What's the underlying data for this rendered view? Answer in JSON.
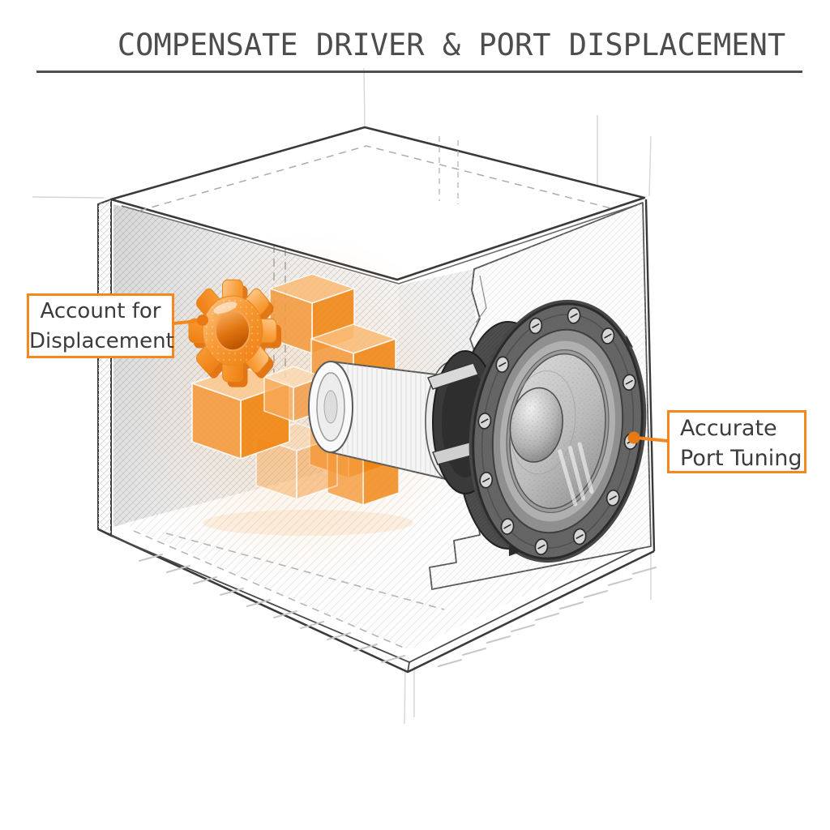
{
  "header": {
    "title": "COMPENSATE DRIVER & PORT DISPLACEMENT"
  },
  "callouts": {
    "displacement": {
      "line1": "Account for",
      "line2": "Displacement"
    },
    "port": {
      "line1": "Accurate",
      "line2": "Port Tuning"
    }
  },
  "colors": {
    "accent": "#F5871F",
    "orange_deep": "#E87914",
    "orange_fill": "#F7941E",
    "ink": "#3A3A3A",
    "title_color": "#4D4D4D",
    "label_text": "#3C3C3C"
  }
}
